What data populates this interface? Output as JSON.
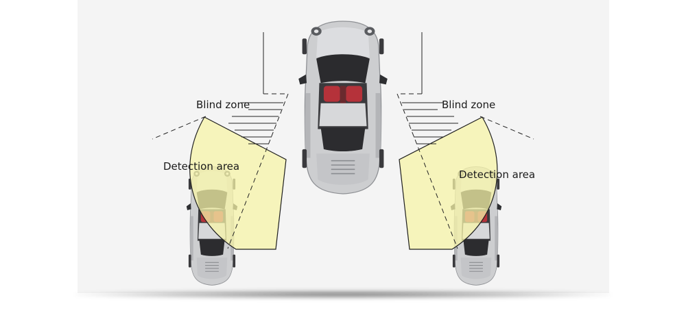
{
  "labels": {
    "blind_zone_left": "Blind zone",
    "blind_zone_right": "Blind zone",
    "detection_area_left": "Detection area",
    "detection_area_right": "Detection area"
  },
  "colors": {
    "background": "#f4f4f4",
    "detection_fill": "#f8f5b0",
    "car_body": "#c9cacc",
    "car_interior": "#b8333a",
    "window": "#2c2c2e",
    "line": "#222222"
  },
  "icons": {
    "main_car": "car-top-view-icon",
    "rear_left_car": "car-top-view-icon",
    "rear_right_car": "car-top-view-icon"
  }
}
